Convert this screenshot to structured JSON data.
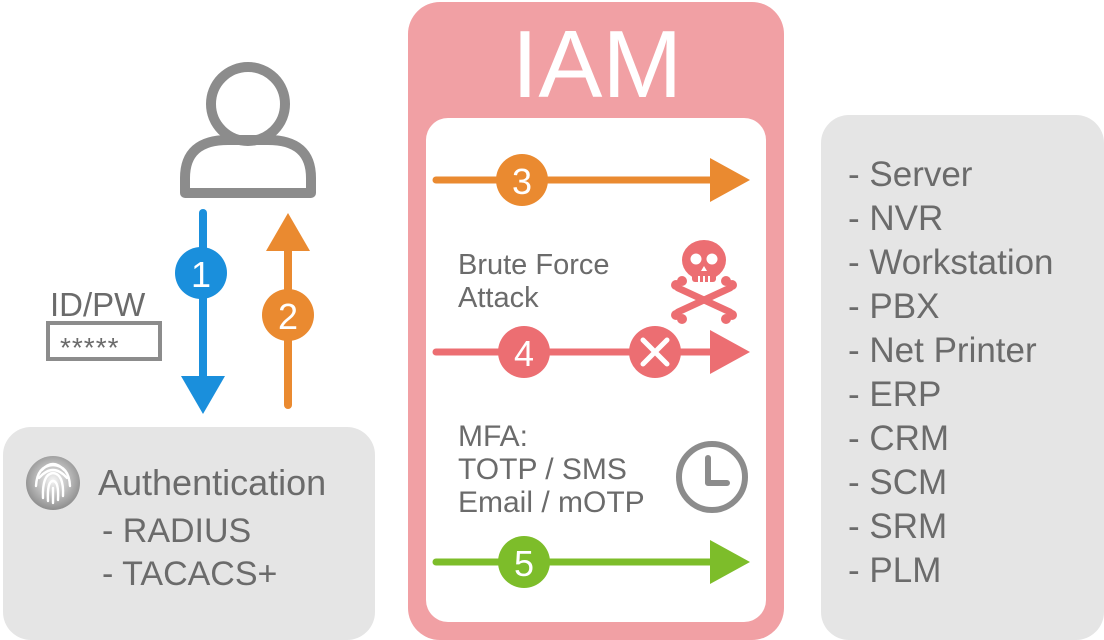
{
  "user": {
    "icon": "user-icon",
    "credential_label": "ID/PW",
    "password_mask": "*****"
  },
  "auth": {
    "icon": "fingerprint-icon",
    "title": "Authentication",
    "items": [
      "- RADIUS",
      "- TACACS+"
    ]
  },
  "iam": {
    "title": "IAM",
    "brute_force_text": [
      "Brute Force",
      "Attack"
    ],
    "skull_icon": "skull-crossbones-icon",
    "block_icon": "x-circle-icon",
    "mfa_text": [
      "MFA:",
      "TOTP / SMS",
      "Email / mOTP"
    ],
    "clock_icon": "clock-icon"
  },
  "steps": [
    {
      "number": "1",
      "color": "#1a8fdc"
    },
    {
      "number": "2",
      "color": "#ea8a30"
    },
    {
      "number": "3",
      "color": "#ea8a30"
    },
    {
      "number": "4",
      "color": "#ec6e72"
    },
    {
      "number": "5",
      "color": "#7dbd2a"
    }
  ],
  "systems": [
    "- Server",
    "- NVR",
    "- Workstation",
    "- PBX",
    "- Net Printer",
    "- ERP",
    "- CRM",
    "- SCM",
    "- SRM",
    "- PLM"
  ],
  "colors": {
    "iam_frame": "#f1a0a4",
    "panel_gray": "#e5e5e5",
    "text_gray": "#6b6b6b",
    "icon_gray": "#8c8c8c",
    "step_blue": "#1a8fdc",
    "step_orange": "#ea8a30",
    "step_red": "#ec6e72",
    "step_green": "#7dbd2a"
  }
}
